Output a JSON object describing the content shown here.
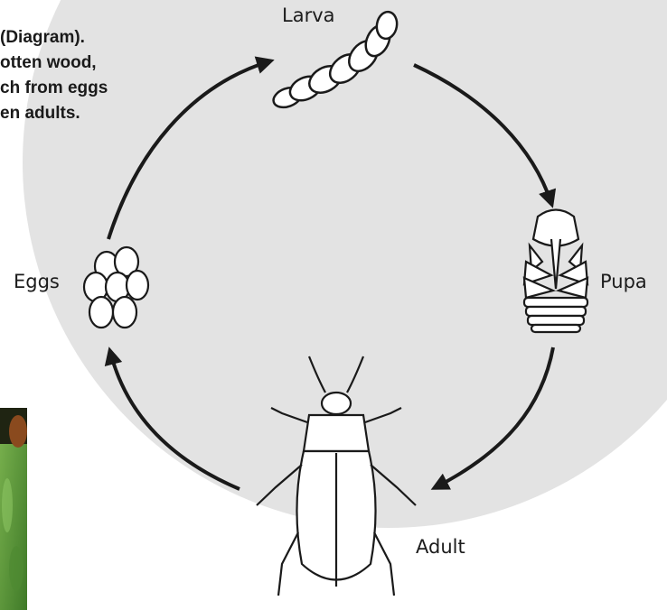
{
  "intro_lines": [
    "(Diagram).",
    "otten wood,",
    "ch from eggs",
    "en adults."
  ],
  "stages": {
    "larva": "Larva",
    "pupa": "Pupa",
    "adult": "Adult",
    "eggs": "Eggs"
  },
  "colors": {
    "backdrop": "#e3e3e3",
    "ink": "#1a1a1a",
    "photo_leaf": "#5d9a3c",
    "photo_dark": "#1f2412",
    "photo_rust": "#8a4a1e"
  }
}
